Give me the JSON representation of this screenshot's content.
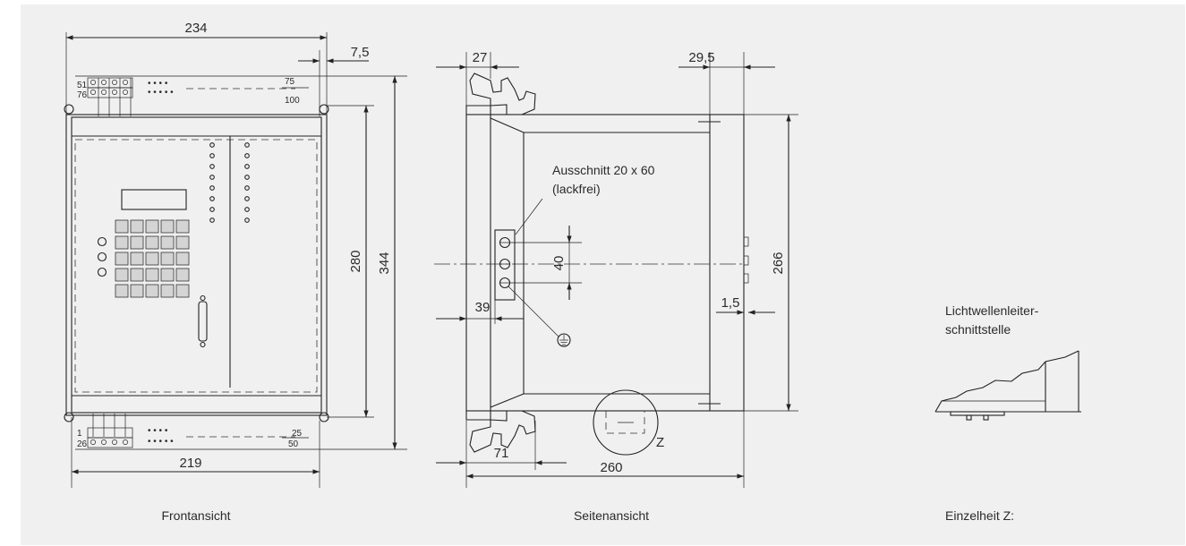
{
  "figure": {
    "background": "#f0f0f0",
    "line_color": "#222222"
  },
  "front_view": {
    "caption": "Frontansicht",
    "dim_width_total": "234",
    "dim_offset": "7,5",
    "dim_width_inner": "219",
    "dim_height_inner": "280",
    "dim_height_total": "344",
    "terminal_top_left_1": "51",
    "terminal_top_left_2": "76",
    "terminal_top_right_1": "75",
    "terminal_top_right_2": "100",
    "terminal_bottom_left_1": "1",
    "terminal_bottom_left_2": "26",
    "terminal_bottom_right_1": "25",
    "terminal_bottom_right_2": "50"
  },
  "side_view": {
    "caption": "Seitenansicht",
    "dim_top_left": "27",
    "dim_top_right": "29,5",
    "dim_height": "266",
    "dim_right_small": "1,5",
    "dim_left_offset": "39",
    "dim_hole_spacing": "40",
    "dim_bottom_left": "71",
    "dim_bottom_total": "260",
    "cutout_label_1": "Ausschnitt 20 x 60",
    "cutout_label_2": "(lackfrei)",
    "detail_marker": "Z"
  },
  "detail": {
    "caption": "Einzelheit Z:",
    "label_1": "Lichtwellenleiter-",
    "label_2": "schnittstelle"
  }
}
